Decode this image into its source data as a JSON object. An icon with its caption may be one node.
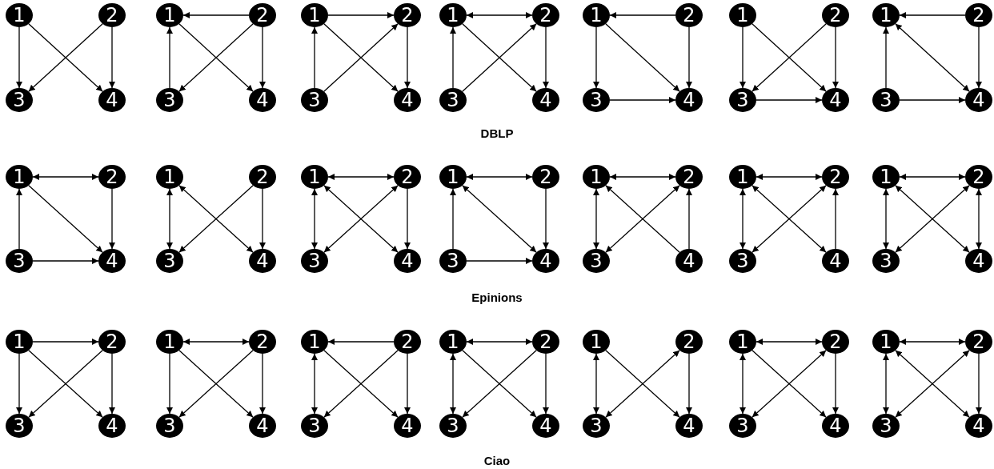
{
  "diagram": {
    "nodes": [
      {
        "text": [
          "1"
        ]
      },
      {
        "text": [
          "2"
        ]
      },
      {
        "text": [
          "3"
        ]
      },
      {
        "text": [
          "4"
        ]
      },
      {
        "text": [
          "1"
        ]
      },
      {
        "text": [
          "2"
        ]
      },
      {
        "text": [
          "3"
        ]
      },
      {
        "text": [
          "4"
        ]
      },
      {
        "text": [
          "1"
        ]
      },
      {
        "text": [
          "2"
        ]
      },
      {
        "text": [
          "3"
        ]
      },
      {
        "text": [
          "4"
        ]
      },
      {
        "text": [
          "1"
        ]
      },
      {
        "text": [
          "2"
        ]
      },
      {
        "text": [
          "3"
        ]
      },
      {
        "text": [
          "4"
        ]
      },
      {
        "text": [
          "1"
        ]
      },
      {
        "text": [
          "2"
        ]
      },
      {
        "text": [
          "3"
        ]
      },
      {
        "text": [
          "4"
        ]
      },
      {
        "text": [
          "1"
        ]
      },
      {
        "text": [
          "2"
        ]
      },
      {
        "text": [
          "3"
        ]
      },
      {
        "text": [
          "4"
        ]
      },
      {
        "text": [
          "1"
        ]
      },
      {
        "text": [
          "2"
        ]
      },
      {
        "text": [
          "3"
        ]
      },
      {
        "text": [
          "4"
        ]
      },
      {
        "text": [
          "1"
        ]
      },
      {
        "text": [
          "2"
        ]
      },
      {
        "text": [
          "3"
        ]
      },
      {
        "text": [
          "4"
        ]
      },
      {
        "text": [
          "1"
        ]
      },
      {
        "text": [
          "2"
        ]
      },
      {
        "text": [
          "3"
        ]
      },
      {
        "text": [
          "4"
        ]
      },
      {
        "text": [
          "1"
        ]
      },
      {
        "text": [
          "2"
        ]
      },
      {
        "text": [
          "3"
        ]
      },
      {
        "text": [
          "4"
        ]
      },
      {
        "text": [
          "1"
        ]
      },
      {
        "text": [
          "2"
        ]
      },
      {
        "text": [
          "3"
        ]
      },
      {
        "text": [
          "4"
        ]
      },
      {
        "text": [
          "1"
        ]
      },
      {
        "text": [
          "2"
        ]
      },
      {
        "text": [
          "3"
        ]
      },
      {
        "text": [
          "4"
        ]
      },
      {
        "text": [
          "1"
        ]
      },
      {
        "text": [
          "2"
        ]
      },
      {
        "text": [
          "3"
        ]
      },
      {
        "text": [
          "4"
        ]
      },
      {
        "text": [
          "1"
        ]
      },
      {
        "text": [
          "2"
        ]
      },
      {
        "text": [
          "3"
        ]
      },
      {
        "text": [
          "4"
        ]
      },
      {
        "text": [
          "1"
        ]
      },
      {
        "text": [
          "2"
        ]
      },
      {
        "text": [
          "3"
        ]
      },
      {
        "text": [
          "4"
        ]
      },
      {
        "text": [
          "1"
        ]
      },
      {
        "text": [
          "2"
        ]
      },
      {
        "text": [
          "3"
        ]
      },
      {
        "text": [
          "4"
        ]
      },
      {
        "text": [
          "1"
        ]
      },
      {
        "text": [
          "2"
        ]
      },
      {
        "text": [
          "3"
        ]
      },
      {
        "text": [
          "4"
        ]
      },
      {
        "text": [
          "1"
        ]
      },
      {
        "text": [
          "2"
        ]
      },
      {
        "text": [
          "3"
        ]
      },
      {
        "text": [
          "4"
        ]
      },
      {
        "text": [
          "1"
        ]
      },
      {
        "text": [
          "2"
        ]
      },
      {
        "text": [
          "3"
        ]
      },
      {
        "text": [
          "4"
        ]
      },
      {
        "text": [
          "1"
        ]
      },
      {
        "text": [
          "2"
        ]
      },
      {
        "text": [
          "3"
        ]
      },
      {
        "text": [
          "4"
        ]
      },
      {
        "text": [
          "1"
        ]
      },
      {
        "text": [
          "2"
        ]
      },
      {
        "text": [
          "3"
        ]
      },
      {
        "text": [
          "4"
        ]
      }
    ],
    "edges": [
      {
        "from": 0,
        "to": 2,
        "arrow": "to"
      },
      {
        "from": 0,
        "to": 3,
        "arrow": "to"
      },
      {
        "from": 1,
        "to": 2,
        "arrow": "to"
      },
      {
        "from": 1,
        "to": 3,
        "arrow": "to"
      },
      {
        "from": 5,
        "to": 4,
        "arrow": "to"
      },
      {
        "from": 6,
        "to": 4,
        "arrow": "to"
      },
      {
        "from": 4,
        "to": 7,
        "arrow": "to"
      },
      {
        "from": 5,
        "to": 6,
        "arrow": "to"
      },
      {
        "from": 5,
        "to": 7,
        "arrow": "to"
      },
      {
        "from": 8,
        "to": 9,
        "arrow": "to"
      },
      {
        "from": 10,
        "to": 8,
        "arrow": "to"
      },
      {
        "from": 8,
        "to": 11,
        "arrow": "to"
      },
      {
        "from": 10,
        "to": 9,
        "arrow": "to"
      },
      {
        "from": 9,
        "to": 11,
        "arrow": "to"
      },
      {
        "from": 12,
        "to": 13,
        "arrow": "both"
      },
      {
        "from": 14,
        "to": 12,
        "arrow": "to"
      },
      {
        "from": 12,
        "to": 15,
        "arrow": "to"
      },
      {
        "from": 14,
        "to": 13,
        "arrow": "to"
      },
      {
        "from": 13,
        "to": 15,
        "arrow": "to"
      },
      {
        "from": 17,
        "to": 16,
        "arrow": "to"
      },
      {
        "from": 16,
        "to": 18,
        "arrow": "to"
      },
      {
        "from": 16,
        "to": 19,
        "arrow": "to"
      },
      {
        "from": 17,
        "to": 19,
        "arrow": "to"
      },
      {
        "from": 18,
        "to": 19,
        "arrow": "to"
      },
      {
        "from": 20,
        "to": 22,
        "arrow": "to"
      },
      {
        "from": 20,
        "to": 23,
        "arrow": "to"
      },
      {
        "from": 21,
        "to": 22,
        "arrow": "to"
      },
      {
        "from": 21,
        "to": 23,
        "arrow": "to"
      },
      {
        "from": 22,
        "to": 23,
        "arrow": "to"
      },
      {
        "from": 25,
        "to": 24,
        "arrow": "to"
      },
      {
        "from": 26,
        "to": 24,
        "arrow": "to"
      },
      {
        "from": 24,
        "to": 27,
        "arrow": "both"
      },
      {
        "from": 25,
        "to": 27,
        "arrow": "to"
      },
      {
        "from": 26,
        "to": 27,
        "arrow": "to"
      },
      {
        "from": 28,
        "to": 29,
        "arrow": "both"
      },
      {
        "from": 30,
        "to": 28,
        "arrow": "to"
      },
      {
        "from": 28,
        "to": 31,
        "arrow": "to"
      },
      {
        "from": 29,
        "to": 31,
        "arrow": "to"
      },
      {
        "from": 30,
        "to": 31,
        "arrow": "to"
      },
      {
        "from": 32,
        "to": 34,
        "arrow": "both"
      },
      {
        "from": 32,
        "to": 35,
        "arrow": "both"
      },
      {
        "from": 33,
        "to": 34,
        "arrow": "to"
      },
      {
        "from": 33,
        "to": 35,
        "arrow": "to"
      },
      {
        "from": 36,
        "to": 37,
        "arrow": "both"
      },
      {
        "from": 36,
        "to": 38,
        "arrow": "both"
      },
      {
        "from": 36,
        "to": 39,
        "arrow": "both"
      },
      {
        "from": 37,
        "to": 38,
        "arrow": "both"
      },
      {
        "from": 37,
        "to": 39,
        "arrow": "to"
      },
      {
        "from": 40,
        "to": 41,
        "arrow": "both"
      },
      {
        "from": 42,
        "to": 40,
        "arrow": "to"
      },
      {
        "from": 40,
        "to": 43,
        "arrow": "both"
      },
      {
        "from": 41,
        "to": 43,
        "arrow": "to"
      },
      {
        "from": 42,
        "to": 43,
        "arrow": "to"
      },
      {
        "from": 44,
        "to": 45,
        "arrow": "both"
      },
      {
        "from": 44,
        "to": 46,
        "arrow": "both"
      },
      {
        "from": 47,
        "to": 44,
        "arrow": "to"
      },
      {
        "from": 45,
        "to": 46,
        "arrow": "both"
      },
      {
        "from": 47,
        "to": 45,
        "arrow": "to"
      },
      {
        "from": 48,
        "to": 49,
        "arrow": "both"
      },
      {
        "from": 48,
        "to": 50,
        "arrow": "both"
      },
      {
        "from": 48,
        "to": 51,
        "arrow": "both"
      },
      {
        "from": 49,
        "to": 50,
        "arrow": "both"
      },
      {
        "from": 51,
        "to": 49,
        "arrow": "to"
      },
      {
        "from": 52,
        "to": 53,
        "arrow": "both"
      },
      {
        "from": 52,
        "to": 54,
        "arrow": "both"
      },
      {
        "from": 52,
        "to": 55,
        "arrow": "both"
      },
      {
        "from": 53,
        "to": 54,
        "arrow": "both"
      },
      {
        "from": 53,
        "to": 55,
        "arrow": "both"
      },
      {
        "from": 56,
        "to": 57,
        "arrow": "to"
      },
      {
        "from": 56,
        "to": 58,
        "arrow": "to"
      },
      {
        "from": 56,
        "to": 59,
        "arrow": "to"
      },
      {
        "from": 57,
        "to": 58,
        "arrow": "to"
      },
      {
        "from": 57,
        "to": 59,
        "arrow": "to"
      },
      {
        "from": 60,
        "to": 61,
        "arrow": "both"
      },
      {
        "from": 60,
        "to": 62,
        "arrow": "to"
      },
      {
        "from": 60,
        "to": 63,
        "arrow": "to"
      },
      {
        "from": 61,
        "to": 62,
        "arrow": "to"
      },
      {
        "from": 61,
        "to": 63,
        "arrow": "to"
      },
      {
        "from": 65,
        "to": 64,
        "arrow": "to"
      },
      {
        "from": 64,
        "to": 66,
        "arrow": "both"
      },
      {
        "from": 64,
        "to": 67,
        "arrow": "to"
      },
      {
        "from": 65,
        "to": 66,
        "arrow": "to"
      },
      {
        "from": 65,
        "to": 67,
        "arrow": "to"
      },
      {
        "from": 68,
        "to": 69,
        "arrow": "both"
      },
      {
        "from": 68,
        "to": 70,
        "arrow": "both"
      },
      {
        "from": 68,
        "to": 71,
        "arrow": "to"
      },
      {
        "from": 69,
        "to": 70,
        "arrow": "to"
      },
      {
        "from": 69,
        "to": 71,
        "arrow": "to"
      },
      {
        "from": 72,
        "to": 74,
        "arrow": "both"
      },
      {
        "from": 72,
        "to": 75,
        "arrow": "to"
      },
      {
        "from": 73,
        "to": 74,
        "arrow": "both"
      },
      {
        "from": 73,
        "to": 75,
        "arrow": "to"
      },
      {
        "from": 76,
        "to": 77,
        "arrow": "both"
      },
      {
        "from": 76,
        "to": 78,
        "arrow": "both"
      },
      {
        "from": 76,
        "to": 79,
        "arrow": "to"
      },
      {
        "from": 77,
        "to": 78,
        "arrow": "both"
      },
      {
        "from": 77,
        "to": 79,
        "arrow": "to"
      },
      {
        "from": 80,
        "to": 81,
        "arrow": "both"
      },
      {
        "from": 80,
        "to": 82,
        "arrow": "both"
      },
      {
        "from": 80,
        "to": 83,
        "arrow": "both"
      },
      {
        "from": 81,
        "to": 82,
        "arrow": "both"
      },
      {
        "from": 81,
        "to": 83,
        "arrow": "to"
      }
    ],
    "labels": [
      "DBLP",
      "Epinions",
      "Ciao"
    ]
  }
}
